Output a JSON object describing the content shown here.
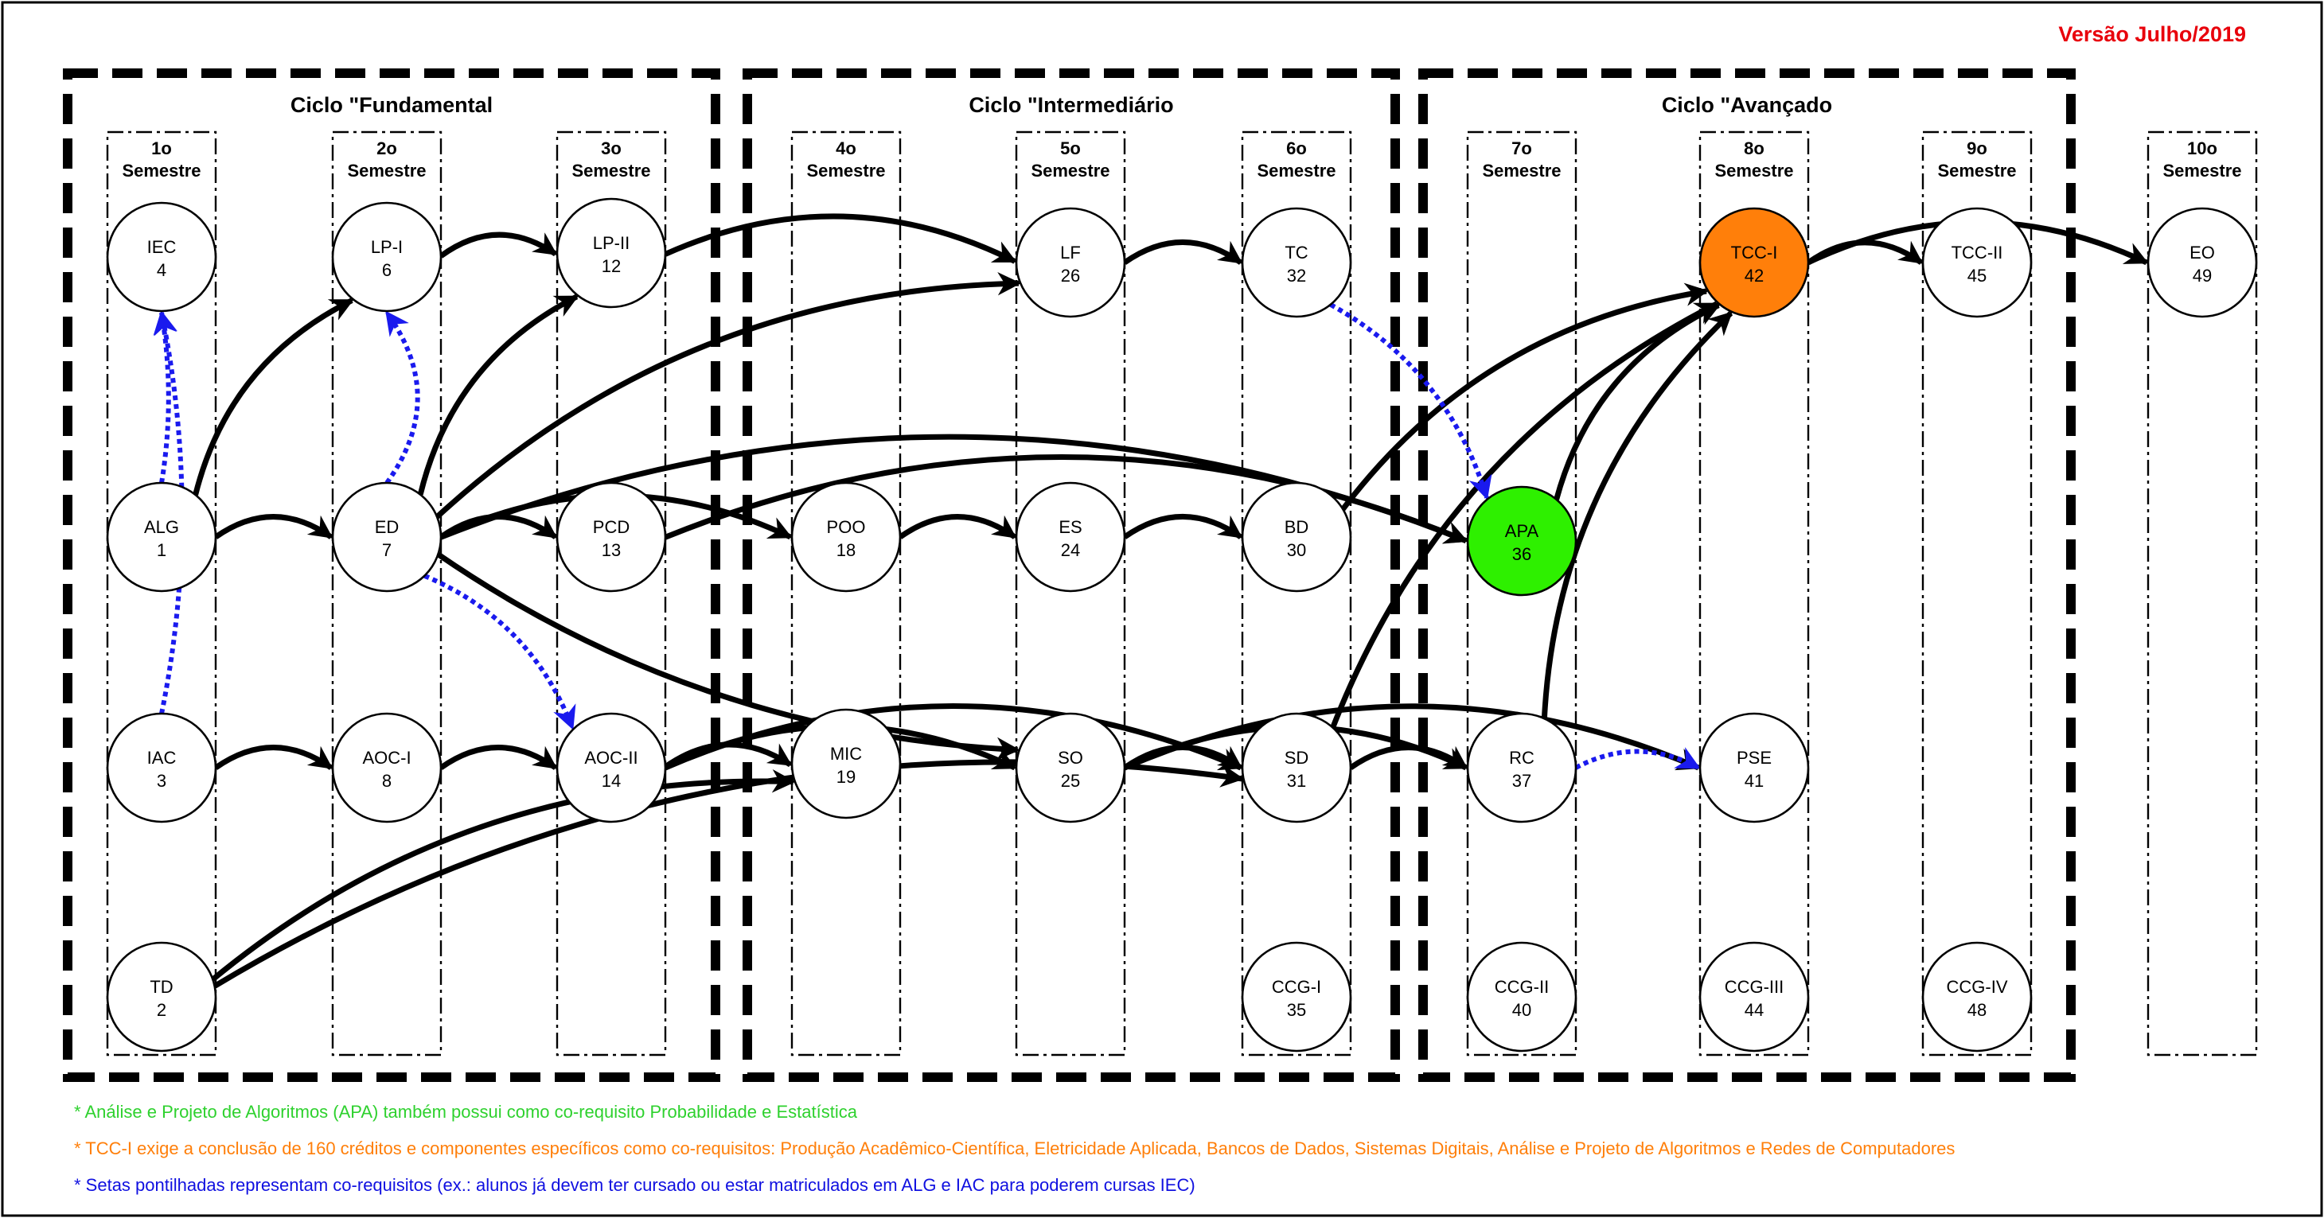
{
  "version": {
    "text": "Versão Julho/2019",
    "color": "#e8000b"
  },
  "cycles": [
    {
      "title": "Ciclo \"Fundamental"
    },
    {
      "title": "Ciclo \"Intermediário"
    },
    {
      "title": "Ciclo \"Avançado"
    }
  ],
  "semesters": [
    {
      "line1": "1o",
      "line2": "Semestre"
    },
    {
      "line1": "2o",
      "line2": "Semestre"
    },
    {
      "line1": "3o",
      "line2": "Semestre"
    },
    {
      "line1": "4o",
      "line2": "Semestre"
    },
    {
      "line1": "5o",
      "line2": "Semestre"
    },
    {
      "line1": "6o",
      "line2": "Semestre"
    },
    {
      "line1": "7o",
      "line2": "Semestre"
    },
    {
      "line1": "8o",
      "line2": "Semestre"
    },
    {
      "line1": "9o",
      "line2": "Semestre"
    },
    {
      "line1": "10o",
      "line2": "Semestre"
    }
  ],
  "courses": [
    {
      "id": "IEC",
      "label": "IEC",
      "num": "4"
    },
    {
      "id": "ALG",
      "label": "ALG",
      "num": "1"
    },
    {
      "id": "IAC",
      "label": "IAC",
      "num": "3"
    },
    {
      "id": "TD",
      "label": "TD",
      "num": "2"
    },
    {
      "id": "LPI",
      "label": "LP-I",
      "num": "6"
    },
    {
      "id": "ED",
      "label": "ED",
      "num": "7"
    },
    {
      "id": "AOCI",
      "label": "AOC-I",
      "num": "8"
    },
    {
      "id": "LPII",
      "label": "LP-II",
      "num": "12"
    },
    {
      "id": "PCD",
      "label": "PCD",
      "num": "13"
    },
    {
      "id": "AOCII",
      "label": "AOC-II",
      "num": "14"
    },
    {
      "id": "POO",
      "label": "POO",
      "num": "18"
    },
    {
      "id": "MIC",
      "label": "MIC",
      "num": "19"
    },
    {
      "id": "LF",
      "label": "LF",
      "num": "26"
    },
    {
      "id": "ES",
      "label": "ES",
      "num": "24"
    },
    {
      "id": "SO",
      "label": "SO",
      "num": "25"
    },
    {
      "id": "TC",
      "label": "TC",
      "num": "32"
    },
    {
      "id": "BD",
      "label": "BD",
      "num": "30"
    },
    {
      "id": "SD",
      "label": "SD",
      "num": "31"
    },
    {
      "id": "CCGI",
      "label": "CCG-I",
      "num": "35"
    },
    {
      "id": "APA",
      "label": "APA",
      "num": "36",
      "fill": "#2ef000"
    },
    {
      "id": "RC",
      "label": "RC",
      "num": "37"
    },
    {
      "id": "CCGII",
      "label": "CCG-II",
      "num": "40"
    },
    {
      "id": "TCCI",
      "label": "TCC-I",
      "num": "42",
      "fill": "#ff7f0a"
    },
    {
      "id": "PSE",
      "label": "PSE",
      "num": "41"
    },
    {
      "id": "CCGIII",
      "label": "CCG-III",
      "num": "44"
    },
    {
      "id": "TCCII",
      "label": "TCC-II",
      "num": "45"
    },
    {
      "id": "CCGIV",
      "label": "CCG-IV",
      "num": "48"
    },
    {
      "id": "EO",
      "label": "EO",
      "num": "49"
    }
  ],
  "prerequisites": [
    [
      "ALG",
      "LPI"
    ],
    [
      "ALG",
      "ED"
    ],
    [
      "LPI",
      "LPII"
    ],
    [
      "ED",
      "LPII"
    ],
    [
      "ED",
      "PCD"
    ],
    [
      "ED",
      "POO"
    ],
    [
      "ED",
      "LF"
    ],
    [
      "ED",
      "APA"
    ],
    [
      "ED",
      "SO"
    ],
    [
      "LPII",
      "LF"
    ],
    [
      "PCD",
      "APA"
    ],
    [
      "IAC",
      "AOCI"
    ],
    [
      "AOCI",
      "AOCII"
    ],
    [
      "AOCII",
      "MIC"
    ],
    [
      "AOCII",
      "SO"
    ],
    [
      "AOCII",
      "SD"
    ],
    [
      "TD",
      "MIC"
    ],
    [
      "TD",
      "SD"
    ],
    [
      "LF",
      "TC"
    ],
    [
      "POO",
      "ES"
    ],
    [
      "ES",
      "BD"
    ],
    [
      "SO",
      "SD"
    ],
    [
      "SO",
      "PSE"
    ],
    [
      "BD",
      "TCCI"
    ],
    [
      "SD",
      "TCCI"
    ],
    [
      "SD",
      "RC"
    ],
    [
      "APA",
      "TCCI"
    ],
    [
      "RC",
      "TCCI"
    ],
    [
      "SO",
      "RC"
    ],
    [
      "TCCI",
      "TCCII"
    ],
    [
      "TCCI",
      "EO"
    ]
  ],
  "corequisites": [
    [
      "ALG",
      "IEC"
    ],
    [
      "IAC",
      "IEC"
    ],
    [
      "ED",
      "LPI"
    ],
    [
      "ED",
      "AOCII"
    ],
    [
      "TC",
      "APA"
    ],
    [
      "RC",
      "PSE"
    ]
  ],
  "notes": [
    {
      "text": "* Análise e Projeto de Algoritmos (APA) também possui como co-requisito Probabilidade e Estatística",
      "color": "#2ed12e"
    },
    {
      "text": "* TCC-I exige a conclusão de 160 créditos e componentes específicos como co-requisitos: Produção Acadêmico-Científica, Eletricidade Aplicada, Bancos de Dados, Sistemas Digitais, Análise e Projeto de Algoritmos e Redes de Computadores",
      "color": "#ff7f0a"
    },
    {
      "text": "* Setas pontilhadas representam co-requisitos (ex.: alunos já devem ter cursado ou estar matriculados em ALG e IAC para poderem cursas IEC)",
      "color": "#1010e0"
    }
  ],
  "colors": {
    "prerequisite": "#000000",
    "corequisite": "#1a1aee"
  }
}
